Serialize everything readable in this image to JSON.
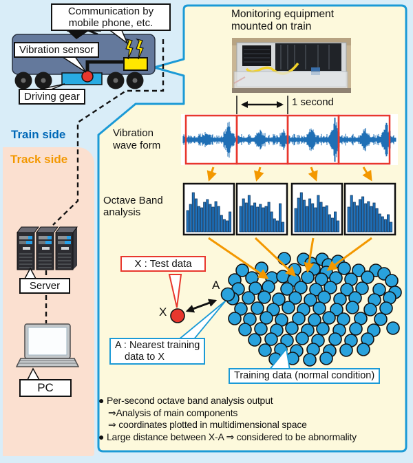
{
  "colors": {
    "bg": "#d9edf8",
    "track_bg": "#fbe0d0",
    "panel_fill": "#fdf9dc",
    "panel_border": "#1b9ad6",
    "red": "#e8372d",
    "orange": "#f39800",
    "wave_blue": "#1f6fb5",
    "dot_blue": "#29a2dd",
    "train_body": "#64799c",
    "gear_blue": "#29abe2",
    "comm_yellow": "#ffe600",
    "train_side_text": "#0068b7",
    "track_side_text": "#f39800"
  },
  "left": {
    "comm_label_line1": "Communication by",
    "comm_label_line2": "mobile phone, etc.",
    "vibration_sensor_label": "Vibration sensor",
    "driving_gear_label": "Driving gear",
    "train_side": "Train side",
    "track_side": "Track side",
    "server_label": "Server",
    "pc_label": "PC"
  },
  "panel": {
    "title1": "Monitoring equipment",
    "title2": "mounted on train",
    "one_second": "1 second",
    "wave_label1": "Vibration",
    "wave_label2": "wave form",
    "octave_label1": "Octave Band",
    "octave_label2": "analysis",
    "test_data_label": "X : Test data",
    "x_letter": "X",
    "a_letter": "A",
    "nearest1": "A : Nearest training",
    "nearest2": "data to X",
    "training_label": "Training data (normal condition)",
    "bullets": [
      "● Per-second octave band analysis output",
      "⇒Analysis of main components",
      "⇒ coordinates plotted in multidimensional space",
      "● Large distance between X-A ⇒ considered to be abnormality"
    ]
  },
  "chart_data": {
    "octave_band": {
      "type": "bar",
      "charts": [
        [
          0.52,
          0.66,
          0.95,
          0.8,
          0.62,
          0.58,
          0.72,
          0.78,
          0.66,
          0.6,
          0.74,
          0.62,
          0.4,
          0.3,
          0.26,
          0.48
        ],
        [
          0.62,
          0.8,
          0.7,
          0.88,
          0.64,
          0.7,
          0.6,
          0.66,
          0.58,
          0.62,
          0.72,
          0.48,
          0.32,
          0.26,
          0.68,
          0.24
        ],
        [
          0.56,
          0.82,
          0.95,
          0.76,
          0.62,
          0.8,
          0.68,
          0.58,
          0.88,
          0.72,
          0.6,
          0.64,
          0.42,
          0.34,
          0.48,
          0.26
        ],
        [
          0.6,
          0.88,
          0.72,
          0.64,
          0.78,
          0.85,
          0.68,
          0.74,
          0.62,
          0.7,
          0.56,
          0.44,
          0.36,
          0.3,
          0.42,
          0.24
        ]
      ]
    },
    "scatter": {
      "type": "scatter",
      "x_point": [
        258,
        459
      ],
      "a_point": [
        331,
        428
      ],
      "dots": [
        [
          413,
          376
        ],
        [
          441,
          377
        ],
        [
          452,
          383
        ],
        [
          468,
          377
        ],
        [
          477,
          385
        ],
        [
          491,
          380
        ],
        [
          546,
          393
        ],
        [
          352,
          393
        ],
        [
          380,
          390
        ],
        [
          428,
          392
        ],
        [
          456,
          391
        ],
        [
          474,
          396
        ],
        [
          500,
          390
        ],
        [
          521,
          393
        ],
        [
          558,
          398
        ],
        [
          341,
          407
        ],
        [
          366,
          404
        ],
        [
          395,
          404
        ],
        [
          411,
          402
        ],
        [
          427,
          407
        ],
        [
          447,
          403
        ],
        [
          467,
          406
        ],
        [
          488,
          404
        ],
        [
          510,
          406
        ],
        [
          534,
          403
        ],
        [
          569,
          408
        ],
        [
          346,
          420
        ],
        [
          371,
          419
        ],
        [
          390,
          417
        ],
        [
          417,
          420
        ],
        [
          437,
          418
        ],
        [
          459,
          421
        ],
        [
          480,
          418
        ],
        [
          504,
          421
        ],
        [
          526,
          419
        ],
        [
          551,
          421
        ],
        [
          574,
          425
        ],
        [
          338,
          434
        ],
        [
          361,
          433
        ],
        [
          384,
          432
        ],
        [
          405,
          435
        ],
        [
          429,
          433
        ],
        [
          451,
          436
        ],
        [
          471,
          432
        ],
        [
          494,
          435
        ],
        [
          516,
          433
        ],
        [
          544,
          436
        ],
        [
          566,
          433
        ],
        [
          350,
          449
        ],
        [
          374,
          448
        ],
        [
          397,
          450
        ],
        [
          419,
          447
        ],
        [
          441,
          450
        ],
        [
          464,
          448
        ],
        [
          489,
          450
        ],
        [
          512,
          447
        ],
        [
          538,
          450
        ],
        [
          561,
          448
        ],
        [
          341,
          463
        ],
        [
          363,
          464
        ],
        [
          387,
          462
        ],
        [
          409,
          465
        ],
        [
          434,
          463
        ],
        [
          457,
          465
        ],
        [
          478,
          462
        ],
        [
          499,
          464
        ],
        [
          524,
          463
        ],
        [
          553,
          464
        ],
        [
          356,
          479
        ],
        [
          379,
          478
        ],
        [
          402,
          480
        ],
        [
          424,
          477
        ],
        [
          447,
          480
        ],
        [
          469,
          478
        ],
        [
          493,
          480
        ],
        [
          517,
          478
        ],
        [
          543,
          480
        ],
        [
          571,
          477
        ],
        [
          370,
          494
        ],
        [
          394,
          493
        ],
        [
          417,
          495
        ],
        [
          439,
          492
        ],
        [
          462,
          495
        ],
        [
          487,
          493
        ],
        [
          510,
          495
        ],
        [
          534,
          493
        ],
        [
          385,
          509
        ],
        [
          408,
          508
        ],
        [
          431,
          510
        ],
        [
          455,
          508
        ],
        [
          479,
          510
        ],
        [
          503,
          509
        ],
        [
          528,
          508
        ],
        [
          400,
          522
        ],
        [
          425,
          521
        ],
        [
          450,
          523
        ],
        [
          474,
          521
        ]
      ]
    }
  }
}
